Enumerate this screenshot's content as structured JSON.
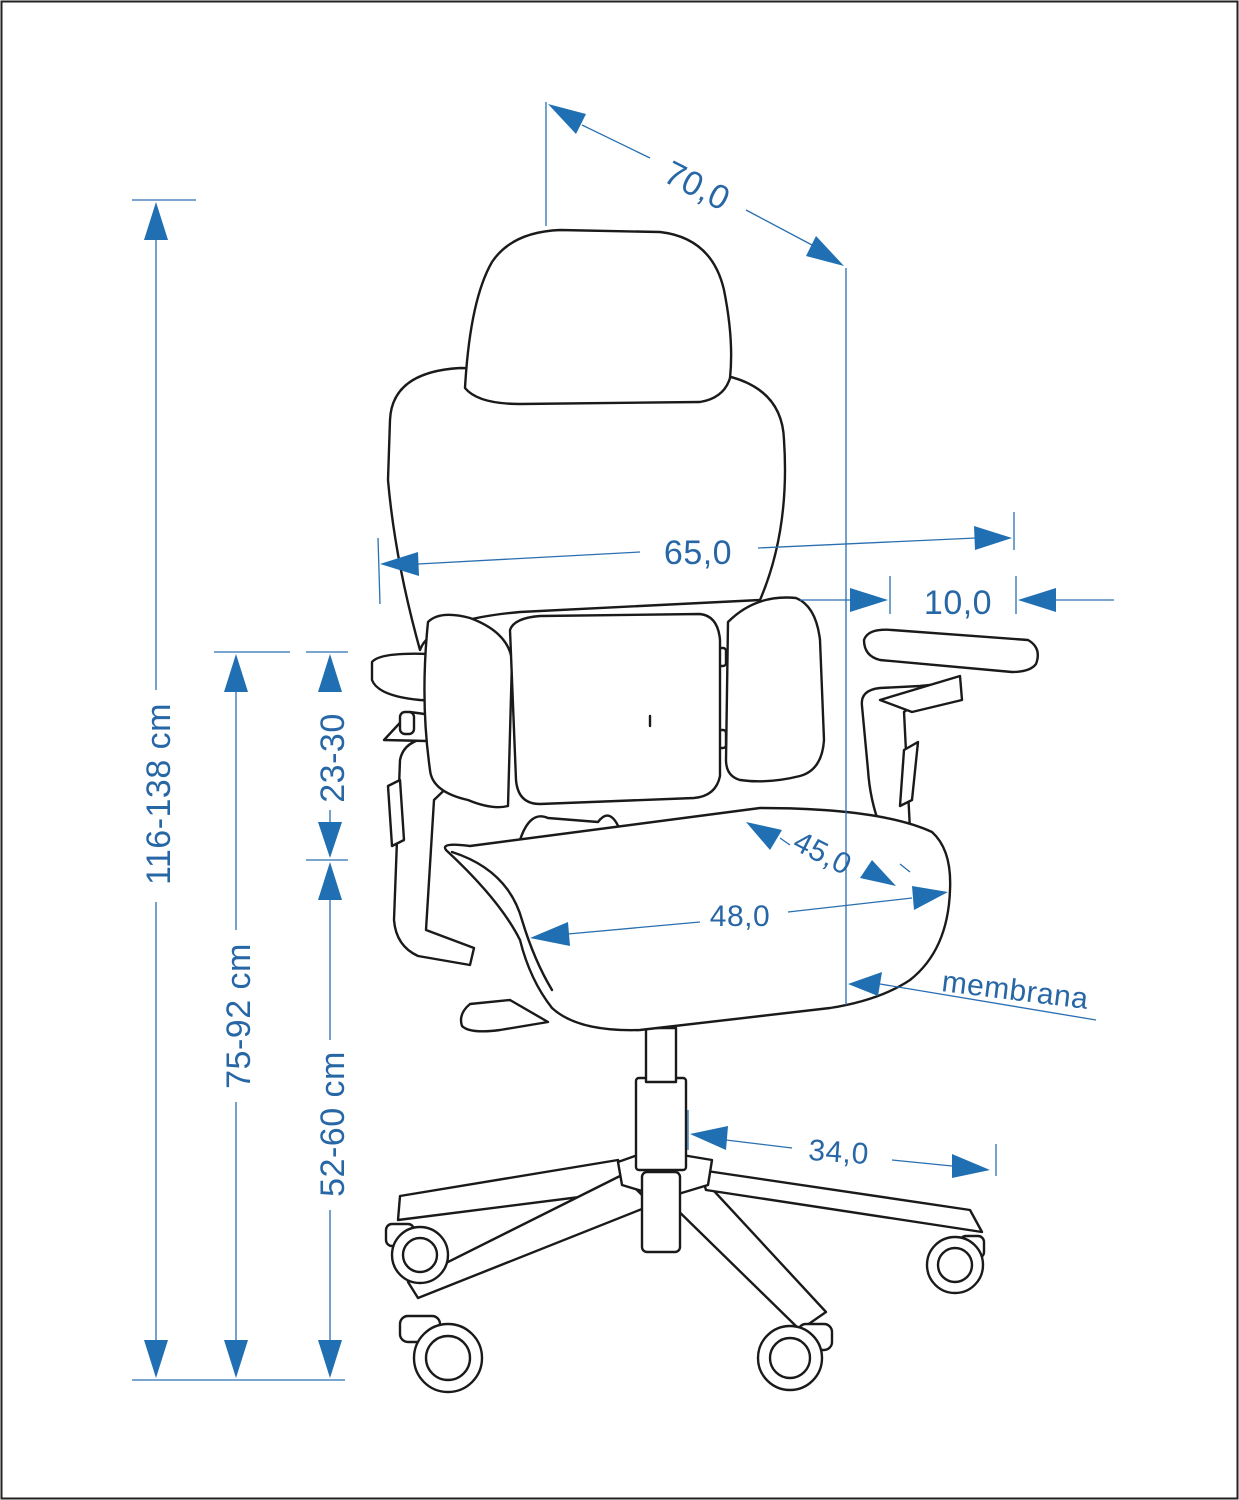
{
  "dimensions": {
    "depth_top": "70,0",
    "total_height": "116-138 cm",
    "back_width": "65,0",
    "armrest_offset": "10,0",
    "armrest_height": "75-92 cm",
    "lumbar_range": "23-30",
    "seat_height": "52-60 cm",
    "seat_depth": "45,0",
    "seat_width": "48,0",
    "base_radius": "34,0"
  },
  "callouts": {
    "material": "membrana"
  },
  "colors": {
    "dimension": "#2867a6",
    "arrow": "#1f6fb2",
    "outline": "#1a1a1a",
    "frame": "#222222"
  }
}
